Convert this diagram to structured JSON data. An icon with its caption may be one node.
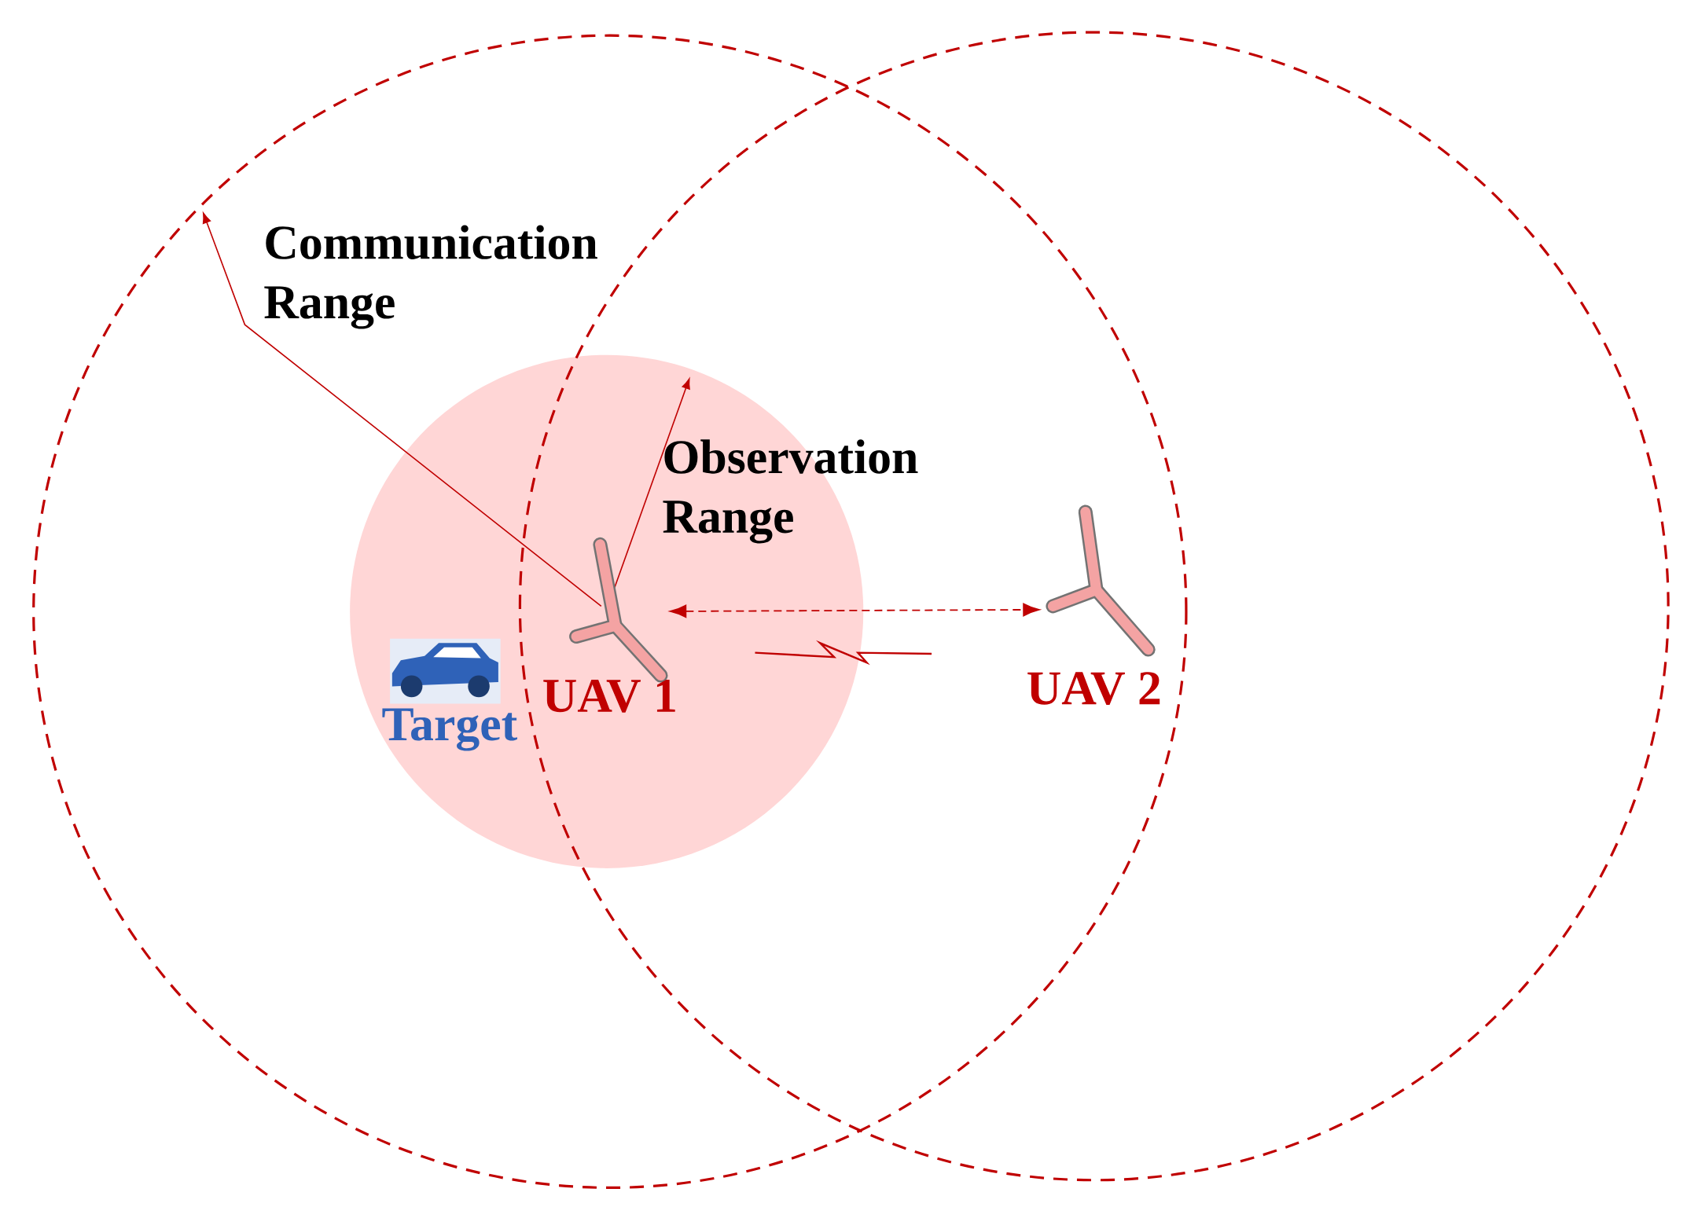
{
  "diagram": {
    "nodes": [
      {
        "text": [],
        "shape": "picture",
        "beside": [
          "UAV 1"
        ]
      },
      {
        "text": [],
        "shape": "picture",
        "beside": [
          "UAV 2"
        ]
      }
    ],
    "edges": [
      {
        "from": 0,
        "to": 1,
        "arrow": "both",
        "style": "dashed"
      }
    ],
    "labels": [
      "Communication Range",
      "Observation Range",
      "Target"
    ]
  }
}
